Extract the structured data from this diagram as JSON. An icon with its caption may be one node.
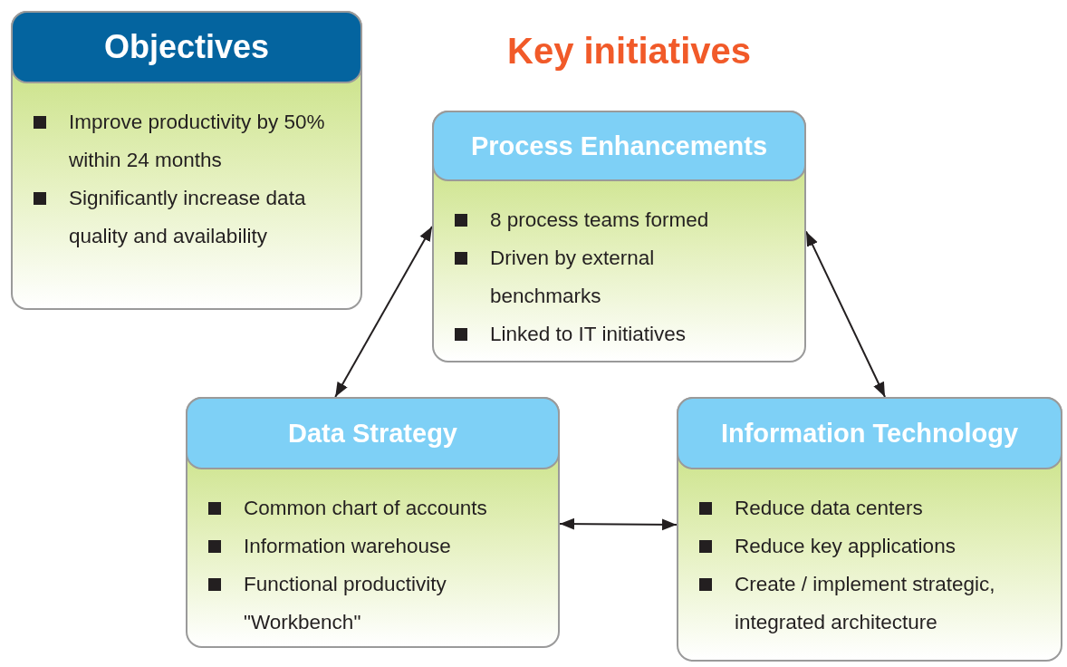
{
  "diagram": {
    "title": "Key initiatives",
    "nodes": [
      {
        "text": [
          "Objectives",
          "Improve productivity by 50% within 24 months",
          "Significantly increase data quality and availability"
        ]
      },
      {
        "text": [
          "Process Enhancements",
          "8 process teams formed",
          "Driven by external benchmarks",
          "Linked to IT initiatives"
        ]
      },
      {
        "text": [
          "Data Strategy",
          "Common chart of accounts",
          "Information warehouse",
          "Functional productivity \"Workbench\""
        ]
      },
      {
        "text": [
          "Information Technology",
          "Reduce data centers",
          "Reduce key applications",
          "Create / implement strategic, integrated architecture"
        ]
      }
    ],
    "edges": [
      {
        "from": 2,
        "to": 1,
        "arrow": "both"
      },
      {
        "from": 1,
        "to": 3,
        "arrow": "both"
      },
      {
        "from": 2,
        "to": 3,
        "arrow": "both"
      }
    ]
  }
}
